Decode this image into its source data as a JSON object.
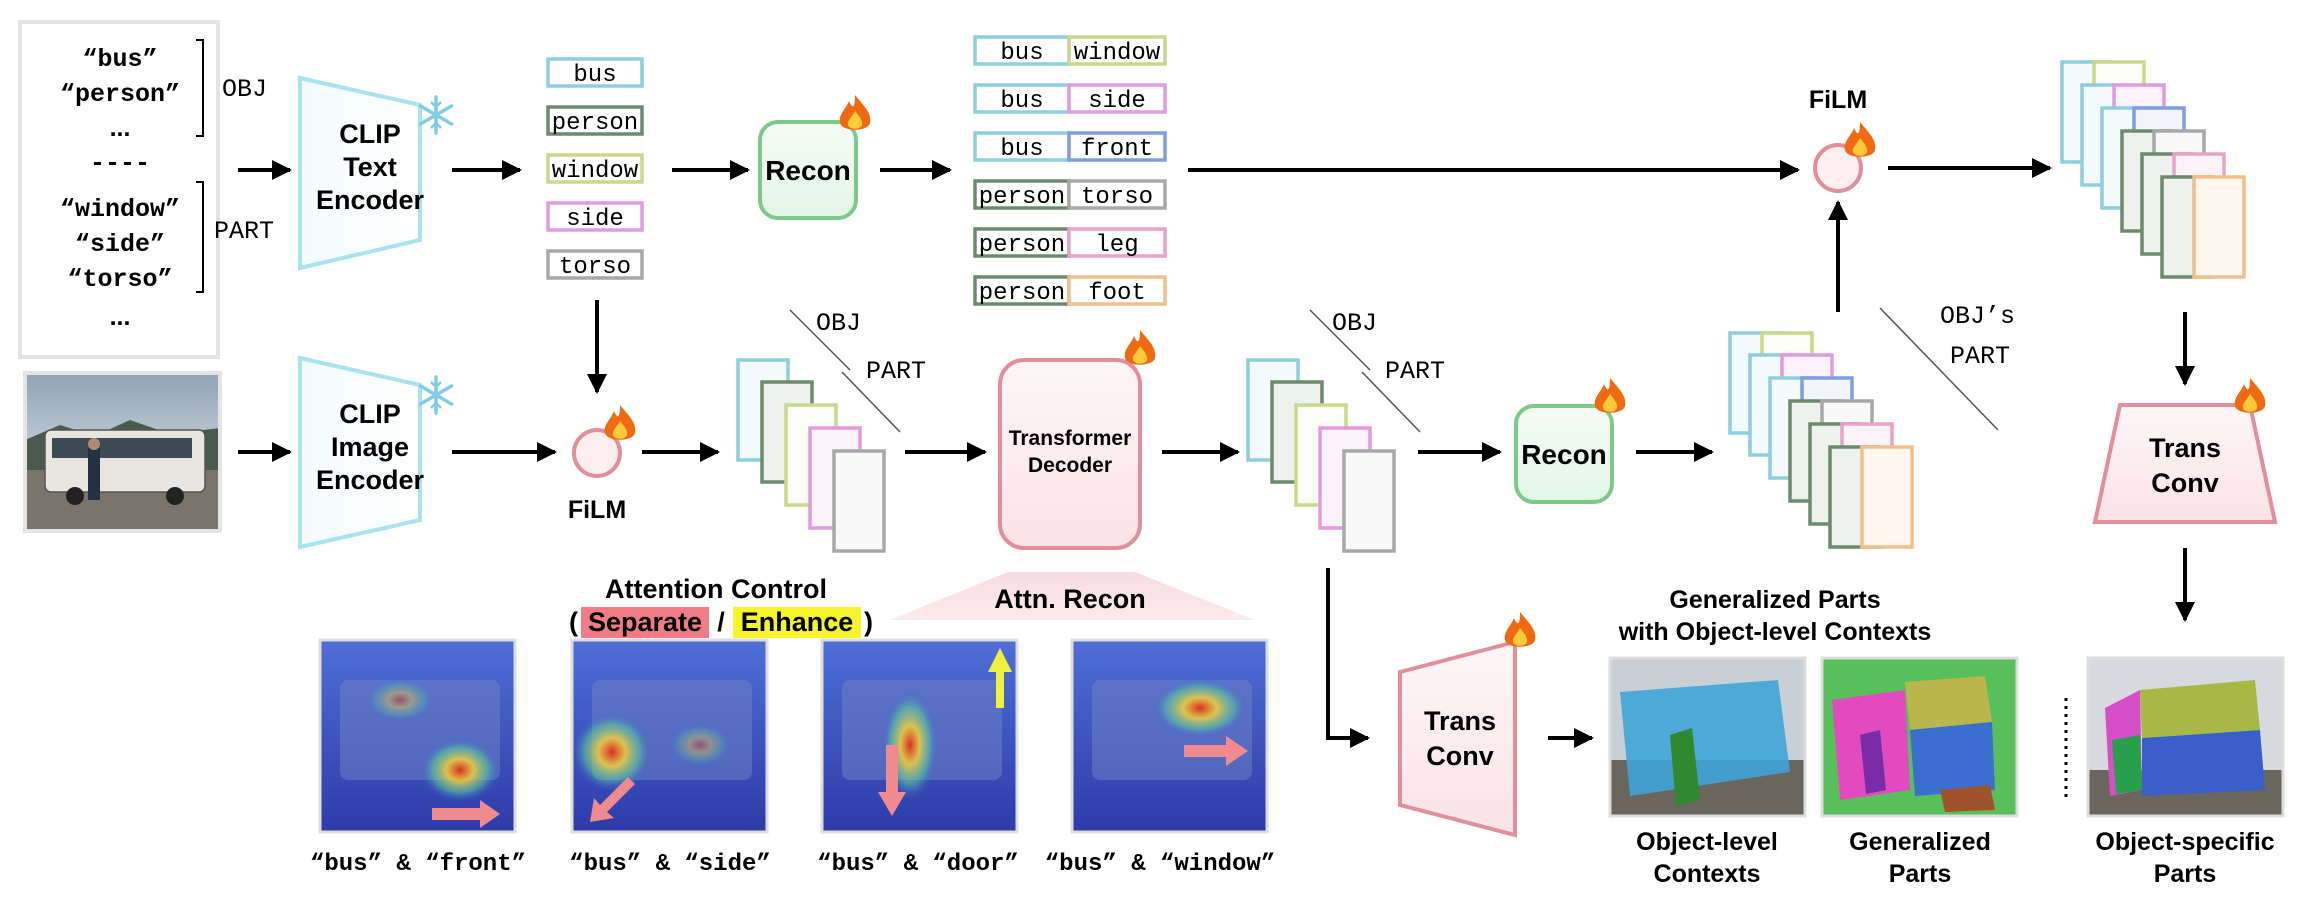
{
  "input_words": {
    "obj": [
      "“bus”",
      "“person”",
      "..."
    ],
    "separator": "----",
    "part": [
      "“window”",
      "“side”",
      "“torso”",
      "..."
    ],
    "obj_label": "OBJ",
    "part_label": "PART"
  },
  "encoders": {
    "text": [
      "CLIP",
      "Text",
      "Encoder"
    ],
    "image": [
      "CLIP",
      "Image",
      "Encoder"
    ]
  },
  "token_list": [
    "bus",
    "person",
    "window",
    "side",
    "torso"
  ],
  "pair_tokens": [
    [
      "bus",
      "window"
    ],
    [
      "bus",
      "side"
    ],
    [
      "bus",
      "front"
    ],
    [
      "person",
      "torso"
    ],
    [
      "person",
      "leg"
    ],
    [
      "person",
      "foot"
    ]
  ],
  "modules": {
    "recon": "Recon",
    "film": "FiLM",
    "transformer_decoder": [
      "Transformer",
      "Decoder"
    ],
    "trans_conv": [
      "Trans",
      "Conv"
    ]
  },
  "feature_labels": {
    "obj": "OBJ",
    "part": "PART",
    "objs_part": [
      "OBJ’s",
      "PART"
    ]
  },
  "attention": {
    "title": "Attention Control",
    "open_paren": "(",
    "separate": "Separate",
    "slash": " / ",
    "enhance": "Enhance",
    "close_paren": ")",
    "recon": "Attn. Recon",
    "captions": [
      "“bus” & “front”",
      "“bus” & “side”",
      "“bus” & “door”",
      "“bus” & “window”"
    ]
  },
  "outputs": {
    "generalized_title": [
      "Generalized Parts",
      "with Object-level Contexts"
    ],
    "object_level": [
      "Object-level",
      "Contexts"
    ],
    "generalized": [
      "Generalized",
      "Parts"
    ],
    "object_specific": [
      "Object-specific",
      "Parts"
    ]
  },
  "colors": {
    "bus": "#8ecfdc",
    "person": "#6d8a6d",
    "window": "#c9d98a",
    "side": "#e19be0",
    "torso": "#a8a8a8",
    "front": "#7d9ee0",
    "leg": "#e6a3c8",
    "foot": "#f1c08a",
    "recon_stroke": "#7cc98a",
    "recon_fill": "#eefaf0",
    "trans_stroke": "#e08f9b",
    "trans_fill": "#fcf1f3",
    "clip_stroke": "#a8e3ee",
    "separate": "#f07c86",
    "enhance": "#f7f42c",
    "heat_arrow": "#ef8a8f",
    "heat_arrow_yellow": "#eef23a"
  }
}
